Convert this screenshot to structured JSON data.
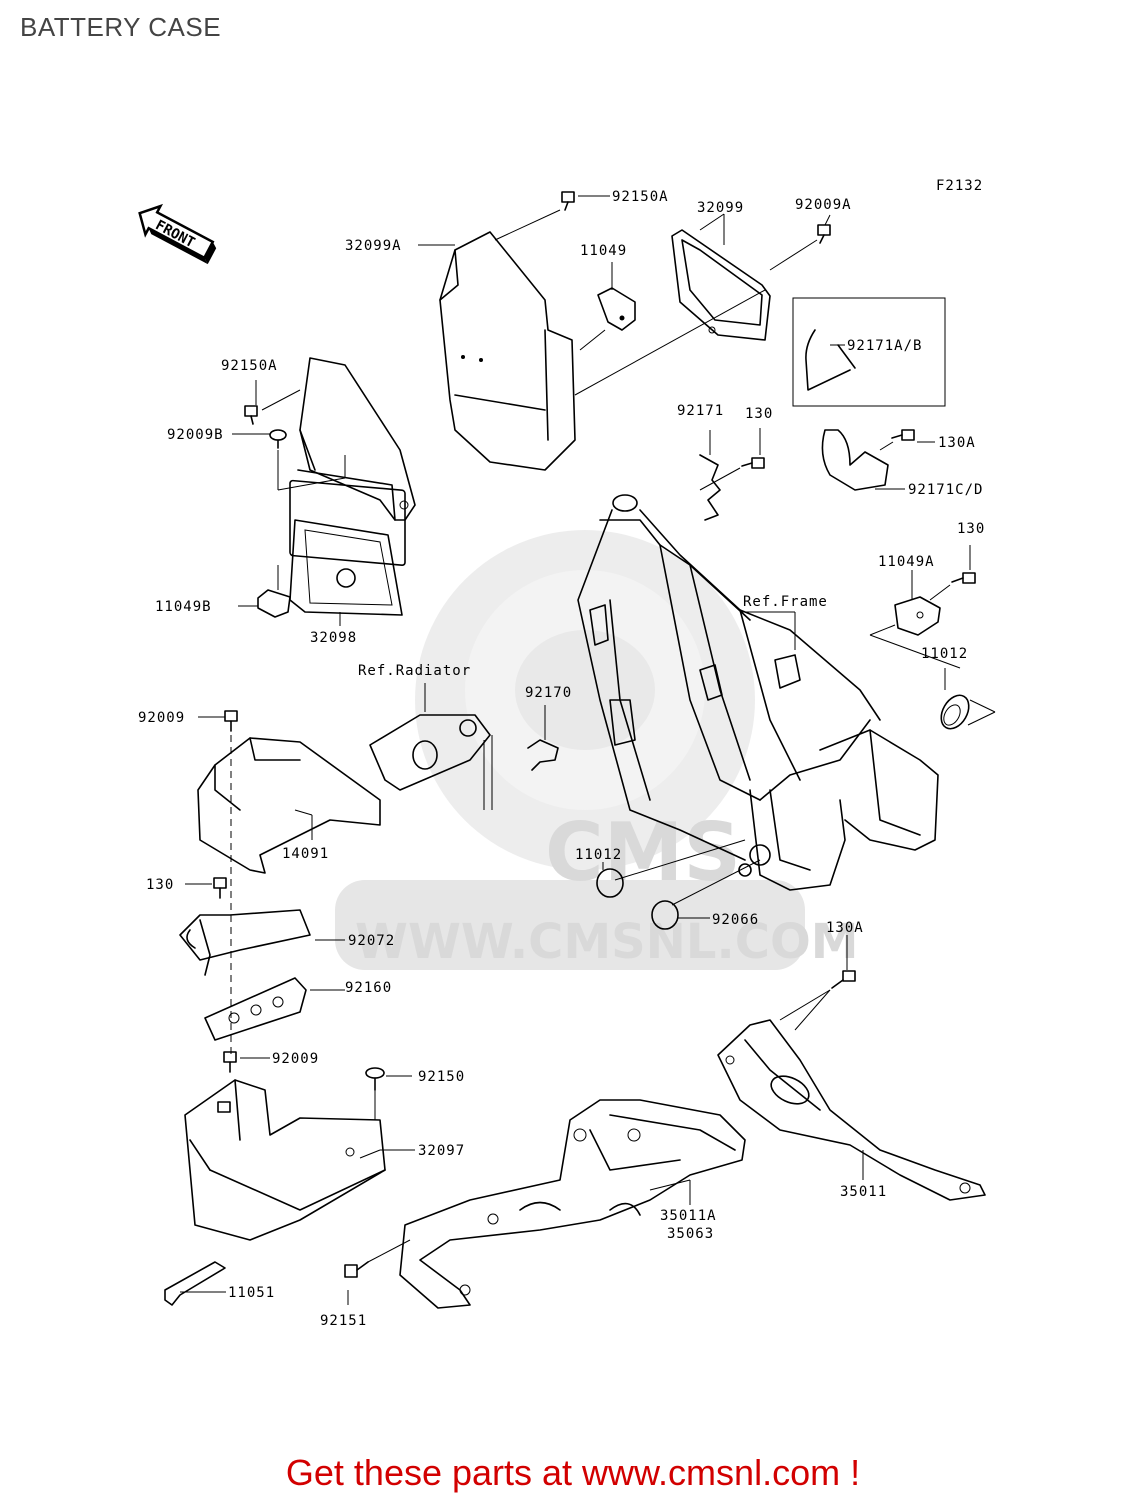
{
  "page_title": "BATTERY CASE",
  "figure_code": "F2132",
  "front_label": "FRONT",
  "watermark": {
    "logo": "CMS",
    "url": "WWW.CMSNL.COM"
  },
  "labels": {
    "l_92150A_top": "92150A",
    "l_32099": "32099",
    "l_92009A": "92009A",
    "l_32099A": "32099A",
    "l_11049": "11049",
    "l_92171AB": "92171A/B",
    "l_92150A_left": "92150A",
    "l_92009B": "92009B",
    "l_92171": "92171",
    "l_130_a": "130",
    "l_130A_top": "130A",
    "l_92171CD": "92171C/D",
    "l_130_b": "130",
    "l_11049A": "11049A",
    "l_refframe": "Ref.Frame",
    "l_11049B": "11049B",
    "l_32098": "32098",
    "l_11012_right": "11012",
    "l_refradiator": "Ref.Radiator",
    "l_92170": "92170",
    "l_92009_a": "92009",
    "l_14091": "14091",
    "l_11012_left": "11012",
    "l_130_c": "130",
    "l_92066": "92066",
    "l_92072": "92072",
    "l_130A_bottom": "130A",
    "l_92160": "92160",
    "l_92009_b": "92009",
    "l_92150": "92150",
    "l_32097": "32097",
    "l_35011": "35011",
    "l_35011A": "35011A",
    "l_35063": "35063",
    "l_11051": "11051",
    "l_92151": "92151"
  },
  "footer": "Get these parts at www.cmsnl.com !"
}
